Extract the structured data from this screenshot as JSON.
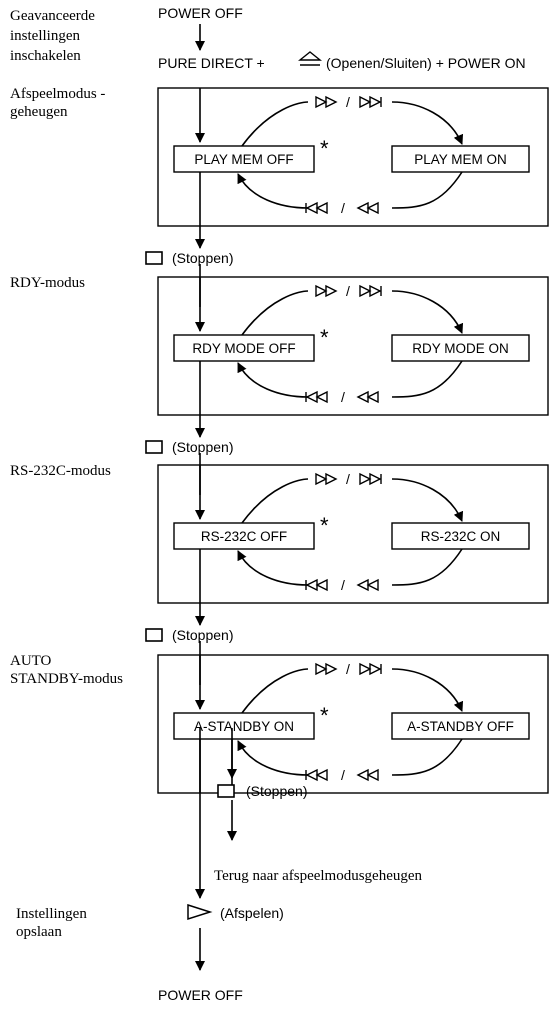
{
  "top": {
    "power_off": "POWER OFF",
    "left_label_lines": [
      "Geavanceerde",
      "instellingen",
      "inschakelen"
    ],
    "combo_a": "PURE DIRECT +",
    "combo_b": "(Openen/Sluiten) + POWER ON"
  },
  "panels": [
    {
      "label_lines": [
        "Afspeelmodus -",
        "geheugen"
      ],
      "state_left": "PLAY MEM OFF",
      "state_right": "PLAY MEM ON"
    },
    {
      "label_lines": [
        "RDY-modus"
      ],
      "state_left": "RDY MODE OFF",
      "state_right": "RDY MODE ON"
    },
    {
      "label_lines": [
        "RS-232C-modus"
      ],
      "state_left": "RS-232C OFF",
      "state_right": "RS-232C ON"
    },
    {
      "label_lines": [
        "AUTO",
        "STANDBY-modus"
      ],
      "state_left": "A-STANDBY ON",
      "state_right": "A-STANDBY OFF"
    }
  ],
  "default_marker": "*",
  "separator": "/",
  "stop_label": "(Stoppen)",
  "return_label": "Terug naar afspeelmodusgeheugen",
  "save": {
    "label_lines": [
      "Instellingen",
      "opslaan"
    ],
    "play_label": "(Afspelen)",
    "power_off": "POWER OFF"
  },
  "icons": {
    "next": "forward-skip-icon",
    "fast_forward": "fast-forward-icon",
    "prev": "backward-skip-icon",
    "rewind": "rewind-icon",
    "stop": "stop-icon",
    "play": "play-icon",
    "eject": "eject-icon"
  }
}
